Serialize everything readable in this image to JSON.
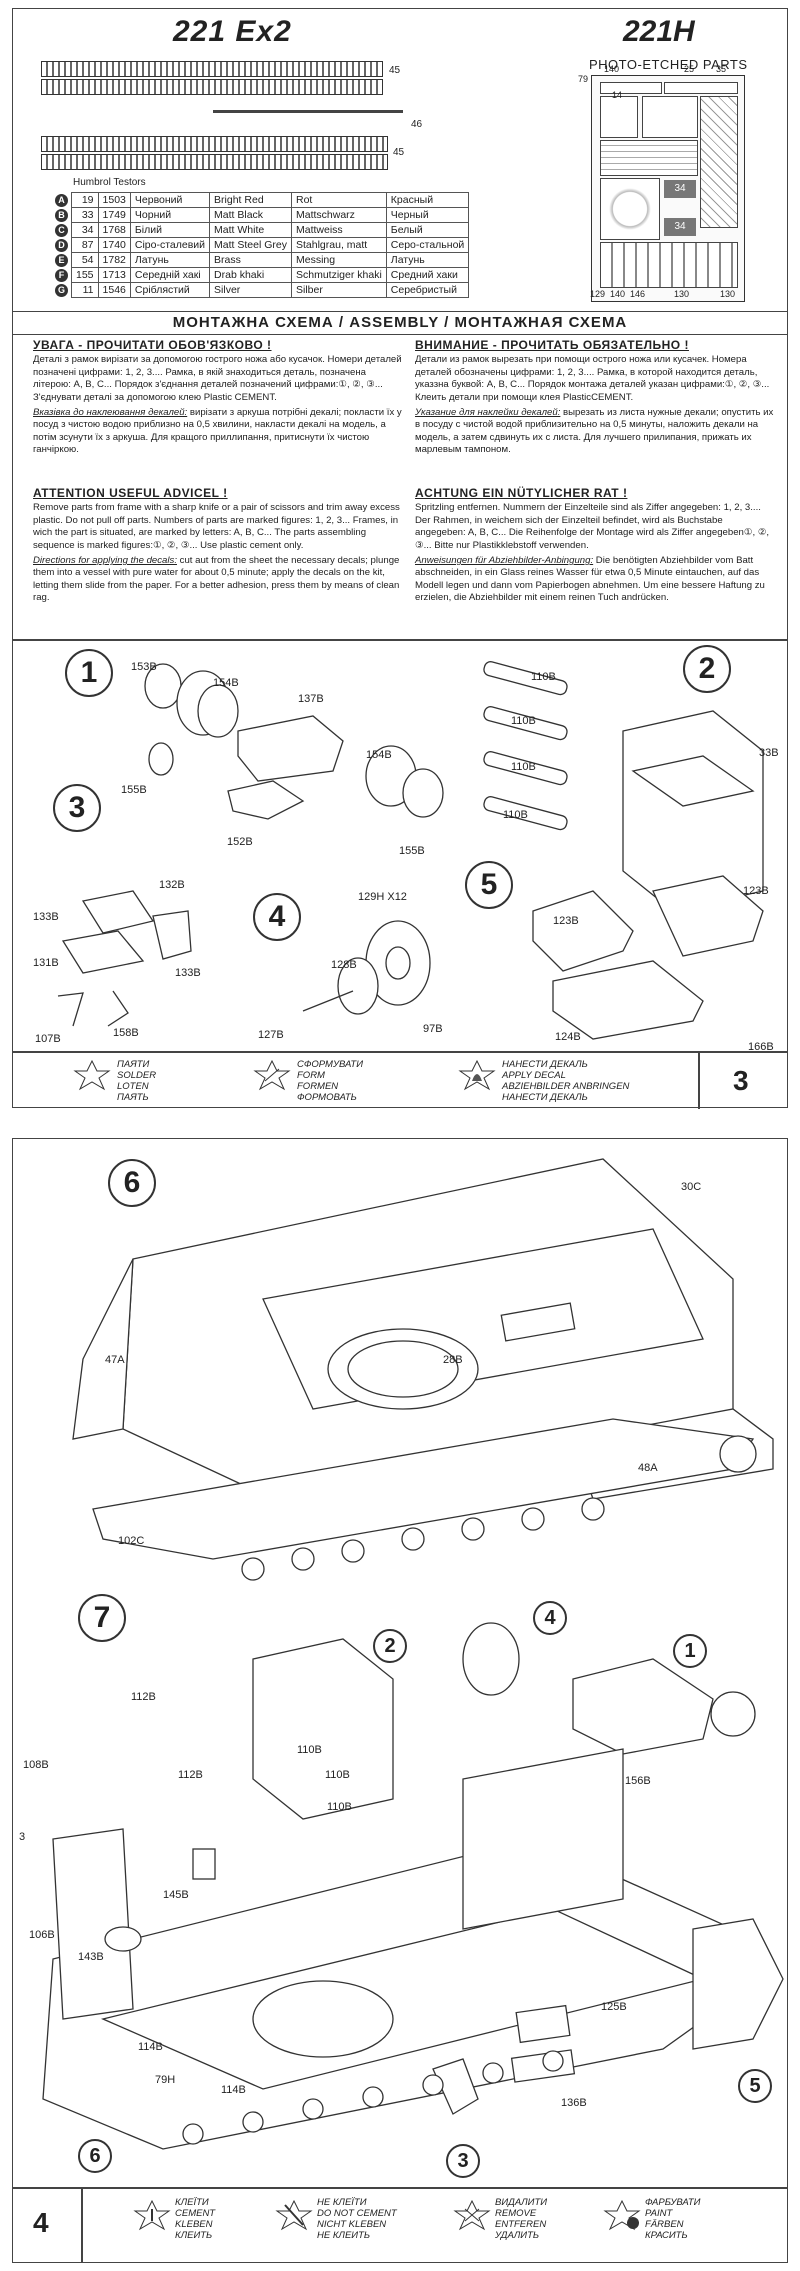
{
  "page1": {
    "model_title": "221 Ex2",
    "pe_title": "221H",
    "pe_subtitle": "PHOTO-ETCHED PARTS",
    "track_labels": [
      "45",
      "46",
      "45"
    ],
    "pe_numbers": [
      "140",
      "25",
      "35",
      "79",
      "14",
      "34",
      "34",
      "129",
      "140",
      "146",
      "130",
      "130"
    ],
    "paint_header": "Humbrol  Testors",
    "paints": [
      {
        "code": "A",
        "humbrol": "19",
        "testors": "1503",
        "ua": "Червоний",
        "en": "Bright Red",
        "de": "Rot",
        "ru": "Красный"
      },
      {
        "code": "B",
        "humbrol": "33",
        "testors": "1749",
        "ua": "Чорний",
        "en": "Matt Black",
        "de": "Mattschwarz",
        "ru": "Черный"
      },
      {
        "code": "C",
        "humbrol": "34",
        "testors": "1768",
        "ua": "Білий",
        "en": "Matt White",
        "de": "Mattweiss",
        "ru": "Белый"
      },
      {
        "code": "D",
        "humbrol": "87",
        "testors": "1740",
        "ua": "Сіро-сталевий",
        "en": "Matt Steel Grey",
        "de": "Stahlgrau, matt",
        "ru": "Серо-стальной"
      },
      {
        "code": "E",
        "humbrol": "54",
        "testors": "1782",
        "ua": "Латунь",
        "en": "Brass",
        "de": "Messing",
        "ru": "Латунь"
      },
      {
        "code": "F",
        "humbrol": "155",
        "testors": "1713",
        "ua": "Середній хакі",
        "en": "Drab khaki",
        "de": "Schmutziger khaki",
        "ru": "Средний хаки"
      },
      {
        "code": "G",
        "humbrol": "11",
        "testors": "1546",
        "ua": "Сріблястий",
        "en": "Silver",
        "de": "Silber",
        "ru": "Серебристый"
      }
    ],
    "assembly_band": "МОНТАЖНА СХЕМА / ASSEMBLY / МОНТАЖНАЯ СХЕМА",
    "ua_heading": "УВАГА - ПРОЧИТАТИ ОБОВ'ЯЗКОВО !",
    "ua_text": "Деталі з рамок вирізати за допомогою гострого ножа або кусачок. Номери деталей позначені цифрами: 1, 2, 3.... Рамка, в якій знаходиться деталь, позначена літерою: А, В, С... Порядок з'єднання деталей позначений цифрами:①, ②, ③... З'єднувати деталі за допомогою клею Plastic CEMENT.",
    "ua_decal_title": "Вказівка до наклеювання декалей:",
    "ua_decal_text": " вирізати з аркуша потрібні декалі; покласти їх у посуд з чистою водою приблизно на 0,5 хвилини, накласти декалі на модель, а потім зсунути їх з аркуша.  Для кращого приллипання, притиснути їх чистою ганчіркою.",
    "en_heading": "ATTENTION USEFUL ADVICEL !",
    "en_text": "Remove parts from frame with a sharp knife or a pair of scissors and trim away excess plastic. Do not pull off parts. Numbers of parts are marked figures: 1, 2, 3... Frames, in wich the part is situated, are marked by letters: A, B, C... The parts assembling sequence is marked figures:①, ②, ③... Use plastic cement only.",
    "en_decal_title": "Directions for applying the decals:",
    "en_decal_text": " cut aut from the sheet the necessary decals; plunge them into a vessel with pure water for about 0,5 minute; apply the decals on the kit, letting them slide from the paper. For a better adhesion, press them by means of clean rag.",
    "ru_heading": "ВНИМАНИЕ - ПРОЧИТАТЬ ОБЯЗАТЕЛЬНО !",
    "ru_text": "Детали из рамок вырезать при помощи острого ножа или кусачек. Номера деталей обозначены цифрами: 1, 2, 3.... Рамка, в которой находится деталь, указзна буквой: А, В, С... Порядок монтажа деталей указан цифрами:①, ②, ③... Клеить детали при помощи клея  PlasticCEMENT.",
    "ru_decal_title": "Указание для наклейки декалей:",
    "ru_decal_text": " вырезать из листа нужные декали; опустить их в посуду с чистой водой приблизительно на 0,5 минуты, наложить декали на модель, а затем сдвинуть их с листа.  Для лучшего прилипания, прижать их марлевым тампоном.",
    "de_heading": "ACHTUNG EIN NÜTYLICHER RAT !",
    "de_text": "Spritzling entfernen. Nummern der Einzelteile sind als Ziffer angegeben: 1, 2, 3.... Der Rahmen, in weichem sich der Einzelteil befindet, wird als Buchstabe angegeben: A, B, C... Die Reihenfolge der Montage wird als Ziffer angegeben①, ②, ③... Bitte nur Plastikklebstoff verwenden.",
    "de_decal_title": "Anweisungen  für Abziehbilder-Anbingung:",
    "de_decal_text": " Die benötigten Abziehbilder vom Batt abschneiden, in ein Glass reines Wasser für etwa 0,5 Minute eintauchen, auf das Modell legen und dann vom Papierbogen abnehmen. Um eine bessere Haftung zu erzielen, die Abziehbilder mit einem reinen Tuch andrücken.",
    "steps": [
      "1",
      "2",
      "3",
      "4",
      "5"
    ],
    "part_labels": {
      "p153b": "153B",
      "p154b_a": "154B",
      "p137b": "137B",
      "p154b_b": "154B",
      "p155b": "155B",
      "p152b": "152B",
      "p155b_b": "155B",
      "p110b_1": "110B",
      "p110b_2": "110B",
      "p110b_3": "110B",
      "p110b_4": "110B",
      "p33b": "33B",
      "p132b": "132B",
      "p133b_a": "133B",
      "p131b": "131B",
      "p133b_b": "133B",
      "p107b": "107B",
      "p158b": "158B",
      "p129h": "129H X12",
      "p128b": "128B",
      "p127b": "127B",
      "p97b": "97B",
      "p123b_a": "123B",
      "p123b_b": "123B",
      "p124b": "124B",
      "p166b": "166B"
    },
    "legend": [
      {
        "ua": "ПАЯТИ",
        "en": "SOLDER",
        "de": "LOTEN",
        "ru": "ПАЯТЬ"
      },
      {
        "ua": "СФОРМУВАТИ",
        "en": "FORM",
        "de": "FORMEN",
        "ru": "ФОРМОВАТЬ"
      },
      {
        "ua": "НАНЕСТИ ДЕКАЛЬ",
        "en": "APPLY DECAL",
        "de": "ABZIEHBILDER ANBRINGEN",
        "ru": "НАНЕСТИ ДЕКАЛЬ"
      }
    ],
    "page_number": "3"
  },
  "page2": {
    "steps": [
      "6",
      "7",
      "2",
      "1",
      "4",
      "3",
      "5",
      "6"
    ],
    "part_labels": {
      "p30c": "30C",
      "p47a": "47A",
      "p28b": "28B",
      "p48a": "48A",
      "p102c": "102C",
      "p112b_a": "112B",
      "p110b_a": "110B",
      "p110b_b": "110B",
      "p110b_c": "110B",
      "p108b": "108B",
      "p112b_b": "112B",
      "p156b": "156B",
      "p145b": "145B",
      "p106b": "106B",
      "p143b": "143B",
      "p125b": "125B",
      "p114b_a": "114B",
      "p79h": "79H",
      "p114b_b": "114B",
      "p136b": "136B",
      "p3": "3"
    },
    "legend": [
      {
        "ua": "КЛЕЇТИ",
        "en": "CEMENT",
        "de": "KLEBEN",
        "ru": "КЛЕИТЬ"
      },
      {
        "ua": "НЕ КЛЕЇТИ",
        "en": "DO NOT CEMENT",
        "de": "NICHT KLEBEN",
        "ru": "НЕ КЛЕИТЬ"
      },
      {
        "ua": "ВИДАЛИТИ",
        "en": "REMOVE",
        "de": "ENTFEREN",
        "ru": "УДАЛИТЬ"
      },
      {
        "ua": "ФАРБУВАТИ",
        "en": "PAINT",
        "de": "FÄRBEN",
        "ru": "КРАСИТЬ"
      }
    ],
    "page_number": "4"
  }
}
